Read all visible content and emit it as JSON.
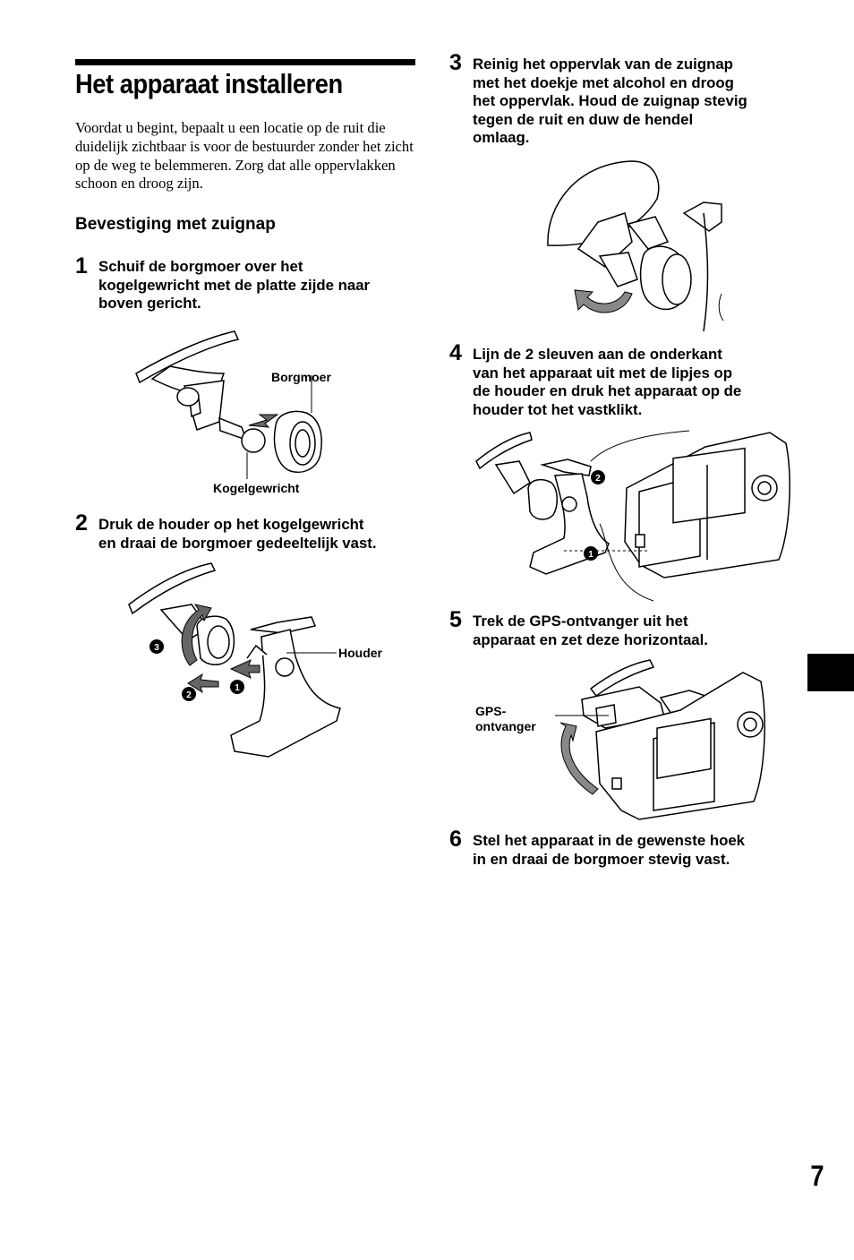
{
  "title": "Het apparaat installeren",
  "intro": "Voordat u begint, bepaalt u een locatie op de ruit die duidelijk zichtbaar is voor de bestuurder zonder het zicht op de weg te belemmeren. Zorg dat alle oppervlakken schoon en droog zijn.",
  "subheading": "Bevestiging met zuignap",
  "steps": [
    {
      "number": "1",
      "lines": [
        "Schuif de borgmoer over het",
        "kogelgewricht met de platte zijde naar",
        "boven gericht."
      ]
    },
    {
      "number": "2",
      "lines": [
        "Druk de houder op het kogelgewricht",
        "en draai de borgmoer gedeeltelijk vast."
      ]
    },
    {
      "number": "3",
      "lines": [
        "Reinig het oppervlak van de zuignap",
        "met het doekje met alcohol en droog",
        "het oppervlak. Houd de zuignap stevig",
        "tegen de ruit en duw de hendel",
        "omlaag."
      ]
    },
    {
      "number": "4",
      "lines": [
        "Lijn de 2 sleuven aan de onderkant",
        "van het apparaat uit met de lipjes op",
        "de houder en druk het apparaat op de",
        "houder tot het vastklikt."
      ]
    },
    {
      "number": "5",
      "lines": [
        "Trek de GPS-ontvanger uit het",
        "apparaat en zet deze horizontaal."
      ]
    },
    {
      "number": "6",
      "lines": [
        "Stel het apparaat in de gewenste hoek",
        "in en draai de borgmoer stevig vast."
      ]
    }
  ],
  "labels": {
    "borgmoer": "Borgmoer",
    "kogelgewricht": "Kogelgewricht",
    "houder": "Houder",
    "gps_line1": "GPS-",
    "gps_line2": "ontvanger"
  },
  "callouts": {
    "one": "1",
    "two": "2",
    "three": "3"
  },
  "page_number": "7"
}
